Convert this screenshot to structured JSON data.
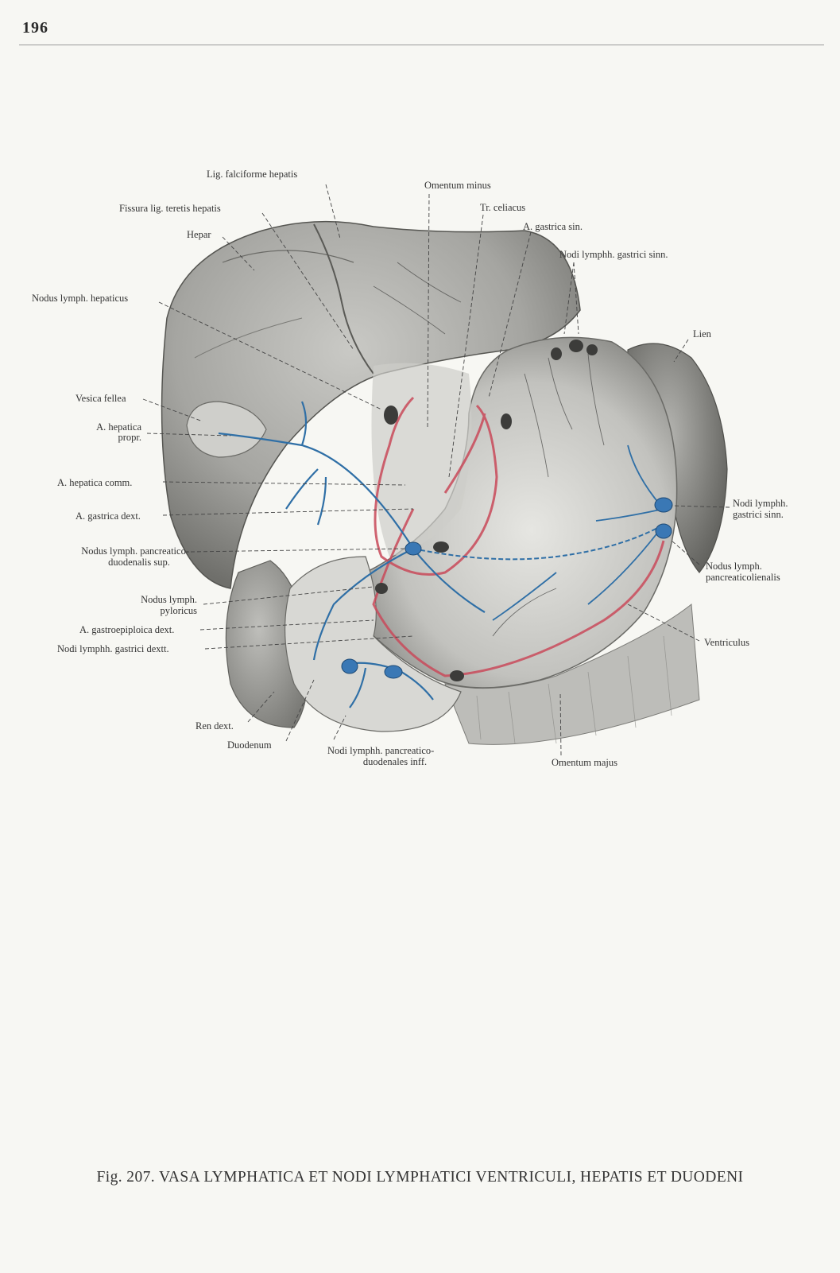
{
  "page": {
    "number": "196",
    "caption": "Fig. 207. VASA LYMPHATICA ET NODI LYMPHATICI VENTRICULI, HEPATIS ET DUODENI"
  },
  "labels": [
    {
      "id": "lig-falciforme",
      "text": "Lig. falciforme hepatis"
    },
    {
      "id": "fissura",
      "text": "Fissura lig. teretis hepatis"
    },
    {
      "id": "hepar",
      "text": "Hepar"
    },
    {
      "id": "omentum-minus",
      "text": "Omentum minus"
    },
    {
      "id": "tr-celiacus",
      "text": "Tr. celiacus"
    },
    {
      "id": "a-gastrica-sin",
      "text": "A. gastrica sin."
    },
    {
      "id": "nodi-gastrici-sinn-top",
      "text": "Nodi lymphh. gastrici sinn."
    },
    {
      "id": "nodus-hepaticus",
      "text": "Nodus lymph. hepaticus"
    },
    {
      "id": "lien",
      "text": "Lien"
    },
    {
      "id": "vesica-fellea",
      "text": "Vesica fellea"
    },
    {
      "id": "a-hepatica-propr-1",
      "text": "A. hepatica"
    },
    {
      "id": "a-hepatica-propr-2",
      "text": "propr."
    },
    {
      "id": "a-hepatica-comm",
      "text": "A. hepatica comm."
    },
    {
      "id": "a-gastrica-dext",
      "text": "A. gastrica dext."
    },
    {
      "id": "nodus-pancreatico-1",
      "text": "Nodus lymph. pancreatico-"
    },
    {
      "id": "nodus-pancreatico-2",
      "text": "duodenalis sup."
    },
    {
      "id": "nodi-gastrici-sinn-right-1",
      "text": "Nodi lymphh."
    },
    {
      "id": "nodi-gastrici-sinn-right-2",
      "text": "gastrici sinn."
    },
    {
      "id": "nodus-pancreaticolienalis-1",
      "text": "Nodus lymph."
    },
    {
      "id": "nodus-pancreaticolienalis-2",
      "text": "pancreaticolienalis"
    },
    {
      "id": "nodus-pyloricus-1",
      "text": "Nodus lymph."
    },
    {
      "id": "nodus-pyloricus-2",
      "text": "pyloricus"
    },
    {
      "id": "a-gastroepiploica",
      "text": "A. gastroepiploica dext."
    },
    {
      "id": "nodi-gastrici-dextt",
      "text": "Nodi lymphh. gastrici dextt."
    },
    {
      "id": "ventriculus",
      "text": "Ventriculus"
    },
    {
      "id": "ren-dext",
      "text": "Ren dext."
    },
    {
      "id": "duodenum",
      "text": "Duodenum"
    },
    {
      "id": "nodi-pancreatico-inff-1",
      "text": "Nodi lymphh. pancreatico-"
    },
    {
      "id": "nodi-pancreatico-inff-2",
      "text": "duodenales inff."
    },
    {
      "id": "omentum-majus",
      "text": "Omentum majus"
    }
  ],
  "colors": {
    "organ_light": "#d4d4d0",
    "organ_mid": "#a9a9a5",
    "organ_dark": "#7a7a76",
    "lymph_blue": "#2f6fa6",
    "node_blue": "#3a78b5",
    "artery_red": "#c94a5a",
    "vein_dark": "#4a4a48"
  }
}
